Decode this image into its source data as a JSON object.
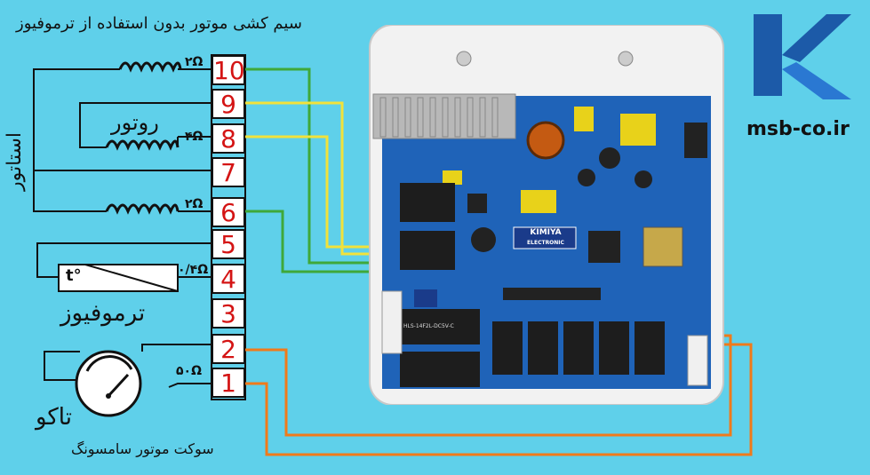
{
  "title": "سیم کشی موتور بدون استفاده از ترموفیوز",
  "stator_label": "استاتور",
  "rotor_label": "روتور",
  "thermofuse_label": "ترموفیوز",
  "thermofuse_symbol": "t°",
  "tacho_label": "تاکو",
  "socket_label": "سوکت موتور سامسونگ",
  "terminals": [
    "10",
    "9",
    "8",
    "7",
    "6",
    "5",
    "4",
    "3",
    "2",
    "1"
  ],
  "resistances": {
    "r10": "۲Ω",
    "r8": "۴Ω",
    "r6": "۲Ω",
    "r4": "۰/۴Ω",
    "r1": "۵۰Ω"
  },
  "website": "msb-co.ir",
  "board": {
    "brand": "KIMIYA",
    "brand_sub": "ELECTRONIC",
    "relay_text": "HLS-14F2L-DC5V-C"
  },
  "colors": {
    "background": "#5fd0ea",
    "wire_green": "#3fa83a",
    "wire_yellow": "#f2e23a",
    "wire_orange": "#f07a1a",
    "terminal_text": "#d41414",
    "logo": "#1c5aa8"
  }
}
